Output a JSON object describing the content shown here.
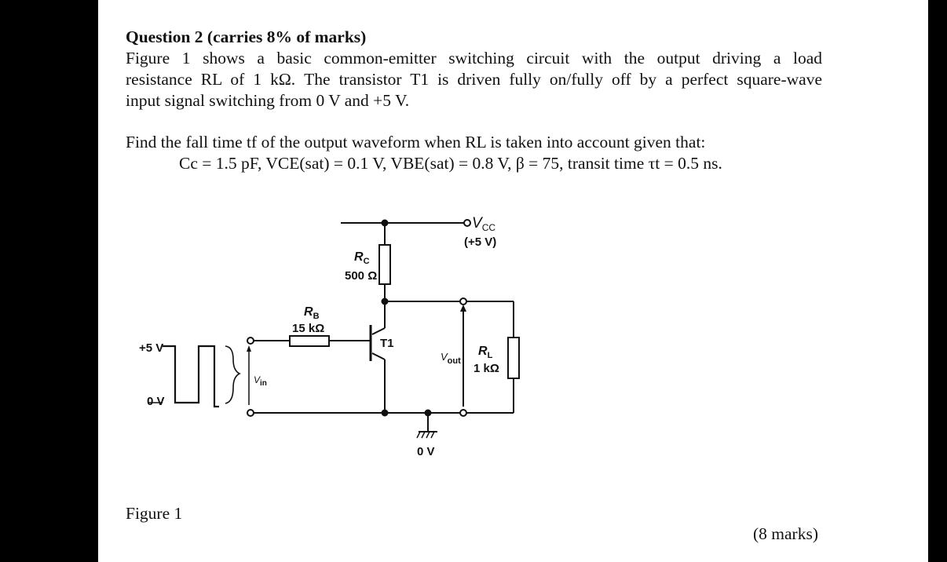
{
  "question": {
    "title": "Question 2 (carries 8% of marks)",
    "para_line1": "Figure 1 shows a basic common-emitter switching circuit with the output driving a load",
    "para_line2": "resistance RL of 1 kΩ. The transistor T1 is driven fully on/fully off by a perfect square-wave",
    "para_line3": "input signal switching from 0 V and +5 V.",
    "find_line": "Find the fall time tf of the output waveform when RL is taken into account given that:",
    "given_line": "Cc = 1.5 pF, VCE(sat) = 0.1 V, VBE(sat) = 0.8 V, β = 75, transit time τt = 0.5 ns.",
    "figure_caption": "Figure 1",
    "marks": "(8 marks)"
  },
  "circuit": {
    "vcc_label": "V",
    "vcc_sub": "CC",
    "vcc_value": "(+5 V)",
    "rc_name": "R",
    "rc_sub": "C",
    "rc_value": "500 Ω",
    "rb_name": "R",
    "rb_sub": "B",
    "rb_value": "15 kΩ",
    "transistor": "T1",
    "rl_name": "R",
    "rl_sub": "L",
    "rl_value": "1 kΩ",
    "vout_label": "V",
    "vout_sub": "out",
    "vin_label": "V",
    "vin_sub": "in",
    "ground_label": "0 V",
    "wave_high": "+5 V",
    "wave_low": "0 V"
  }
}
